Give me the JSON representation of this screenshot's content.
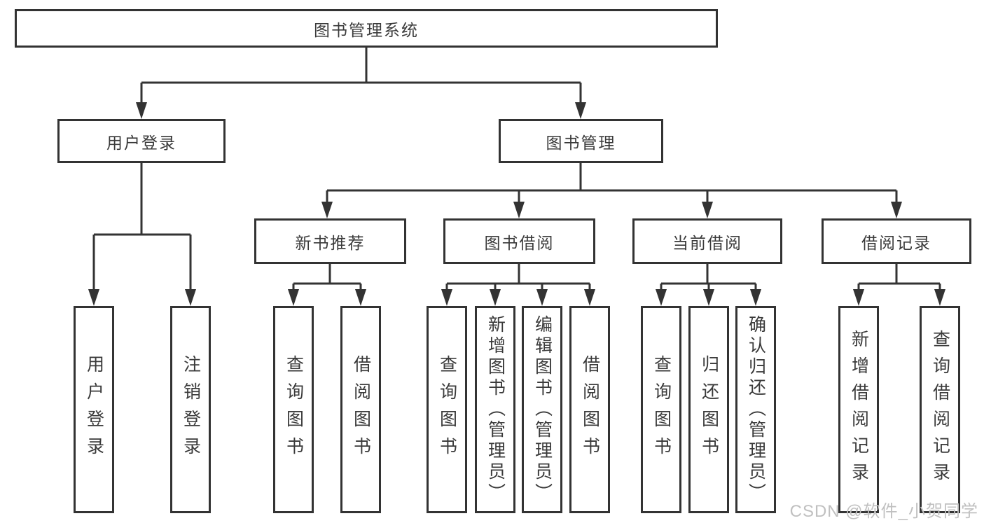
{
  "diagram": {
    "tree": {
      "root": {
        "label": "图书管理系统",
        "children": {
          "user_login": {
            "label": "用户登录",
            "children": {
              "login": {
                "label": "用户登录"
              },
              "logout": {
                "label": "注销登录"
              }
            }
          },
          "book_mgmt": {
            "label": "图书管理",
            "children": {
              "new_book_rec": {
                "label": "新书推荐",
                "children": {
                  "search_books": {
                    "label": "查询图书"
                  },
                  "borrow_books": {
                    "label": "借阅图书"
                  }
                }
              },
              "book_borrow": {
                "label": "图书借阅",
                "children": {
                  "search_books": {
                    "label": "查询图书"
                  },
                  "add_books": {
                    "label": "新增图书（管理员）"
                  },
                  "edit_books": {
                    "label": "编辑图书（管理员）"
                  },
                  "borrow_books": {
                    "label": "借阅图书"
                  }
                }
              },
              "current_borrow": {
                "label": "当前借阅",
                "children": {
                  "search_books": {
                    "label": "查询图书"
                  },
                  "return_books": {
                    "label": "归还图书"
                  },
                  "confirm_return": {
                    "label": "确认归还（管理员）"
                  }
                }
              },
              "borrow_records": {
                "label": "借阅记录",
                "children": {
                  "add_record": {
                    "label": "新增借阅记录"
                  },
                  "search_record": {
                    "label": "查询借阅记录"
                  }
                }
              }
            }
          }
        }
      }
    }
  },
  "watermark": {
    "text": "CSDN @软件_小贺同学"
  },
  "colors": {
    "line": "#333333",
    "text": "#3a3a3a",
    "watermark": "#c0c0c0",
    "background": "#ffffff"
  }
}
